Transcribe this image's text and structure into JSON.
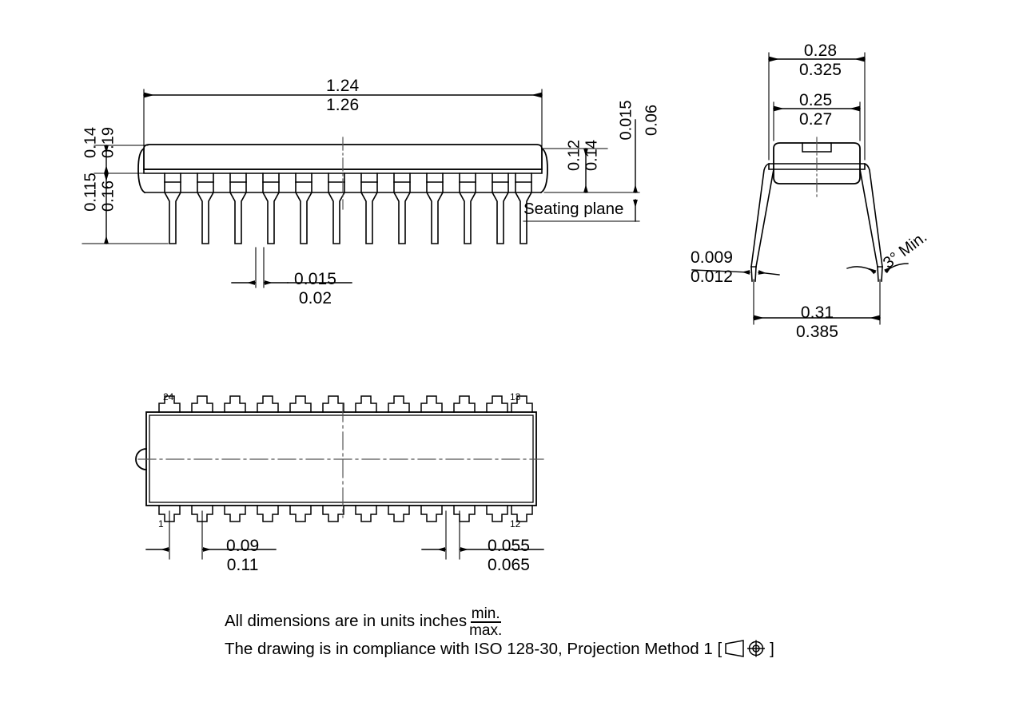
{
  "drawing": {
    "title": "DIP-24 package outline drawing",
    "units_note": "All dimensions are in units inches",
    "units_fraction_top": "min.",
    "units_fraction_bottom": "max.",
    "compliance_note_prefix": "The drawing is in compliance with ISO 128-30, Projection Method 1 [",
    "compliance_note_suffix": "]",
    "projection_symbol_name": "first-angle-projection-symbol",
    "line_color": "#000000",
    "background_color": "#ffffff"
  },
  "front_view": {
    "name": "front-elevation-view",
    "overall_length": {
      "min": "1.24",
      "max": "1.26"
    },
    "body_height_upper": {
      "min": "0.14",
      "max": "0.19"
    },
    "standoff_height": {
      "min": "0.115",
      "max": "0.16"
    },
    "body_thickness": {
      "min": "0.12",
      "max": "0.14"
    },
    "lead_shoulder": {
      "min": "0.015",
      "max": "0.06"
    },
    "lead_width": {
      "min": "0.015",
      "max": "0.02"
    },
    "seating_plane_label": "Seating plane",
    "pin_count": 12
  },
  "side_view": {
    "name": "side-elevation-view",
    "overall_width": {
      "min": "0.28",
      "max": "0.325"
    },
    "body_width": {
      "min": "0.25",
      "max": "0.27"
    },
    "lead_thickness": {
      "min": "0.009",
      "max": "0.012"
    },
    "lead_span": {
      "min": "0.31",
      "max": "0.385"
    },
    "lead_angle": "3° Min."
  },
  "bottom_view": {
    "name": "bottom-plan-view",
    "pin_labels": {
      "top_left": "24",
      "top_right": "13",
      "bottom_left": "1",
      "bottom_right": "12"
    },
    "pin_pitch": {
      "min": "0.09",
      "max": "0.11"
    },
    "pin_pad_width": {
      "min": "0.055",
      "max": "0.065"
    },
    "pins_per_side": 12
  }
}
